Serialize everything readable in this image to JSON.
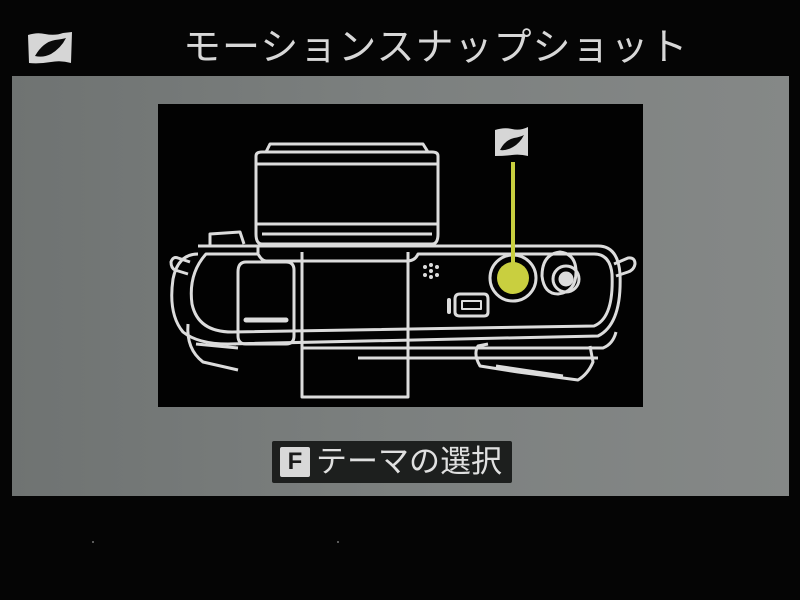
{
  "header": {
    "mode_icon": "motion-snapshot-flag-icon",
    "title": "モーションスナップショット"
  },
  "illustration": {
    "subject": "camera-top-view",
    "highlight_icon": "motion-snapshot-flag-icon",
    "highlight_button": "function-button",
    "colors": {
      "outline": "#dcdcdc",
      "highlight": "#c9cf3f",
      "background": "#020202"
    }
  },
  "footer": {
    "key_label": "F",
    "action_label": "テーマの選択"
  },
  "colors": {
    "screen_bg": "#050505",
    "panel_bg": "#7c807f",
    "title_text": "#d8d8d8",
    "label_bg": "#1d1f1e"
  }
}
